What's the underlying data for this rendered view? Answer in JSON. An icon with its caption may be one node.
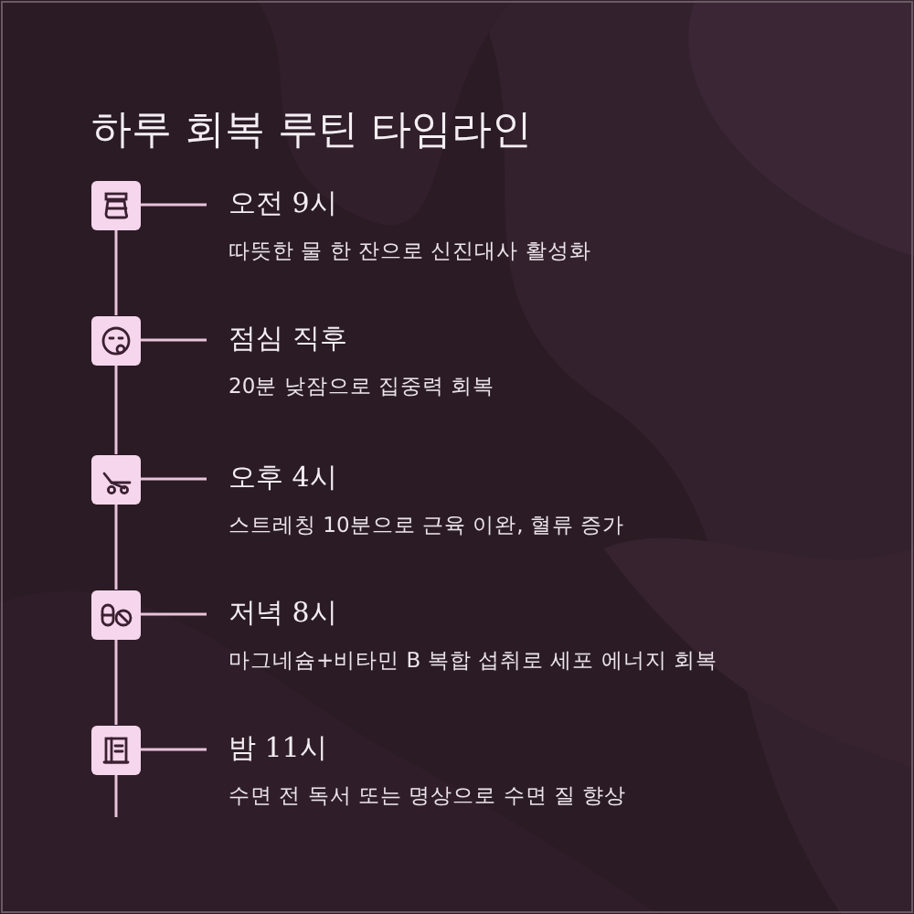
{
  "diagram": {
    "title": "하루 회복 루틴 타임라인",
    "nodes": [
      {
        "text": [],
        "shape": "box"
      },
      {
        "text": [
          "오전 9시",
          "따뜻한 물 한 잔으로 신진대사 활성화"
        ]
      },
      {
        "text": [],
        "shape": "box"
      },
      {
        "text": [
          "점심 직후",
          "20분 낮잠으로 집중력 회복"
        ]
      },
      {
        "text": [],
        "shape": "box"
      },
      {
        "text": [
          "오후 4시",
          "스트레칭 10분으로 근육 이완, 혈류 증가"
        ]
      },
      {
        "text": [],
        "shape": "box"
      },
      {
        "text": [
          "저녁 8시",
          "마그네슘+비타민 B 복합 섭취로 세포 에너지 회복"
        ]
      },
      {
        "text": [],
        "shape": "box"
      },
      {
        "text": [
          "밤 11시",
          "수면 전 독서 또는 명상으로 수면 질 향상"
        ]
      }
    ],
    "edges": [
      {
        "from": 0,
        "to": 1,
        "arrow": "none"
      },
      {
        "from": 0,
        "to": 2,
        "arrow": "none"
      },
      {
        "from": 2,
        "to": 3,
        "arrow": "none"
      },
      {
        "from": 2,
        "to": 4,
        "arrow": "none"
      },
      {
        "from": 4,
        "to": 5,
        "arrow": "none"
      },
      {
        "from": 4,
        "to": 6,
        "arrow": "none"
      },
      {
        "from": 6,
        "to": 7,
        "arrow": "none"
      },
      {
        "from": 6,
        "to": 8,
        "arrow": "none"
      },
      {
        "from": 8,
        "to": 9,
        "arrow": "none"
      },
      {
        "from": 8,
        "to": null,
        "arrow": "none"
      }
    ]
  }
}
